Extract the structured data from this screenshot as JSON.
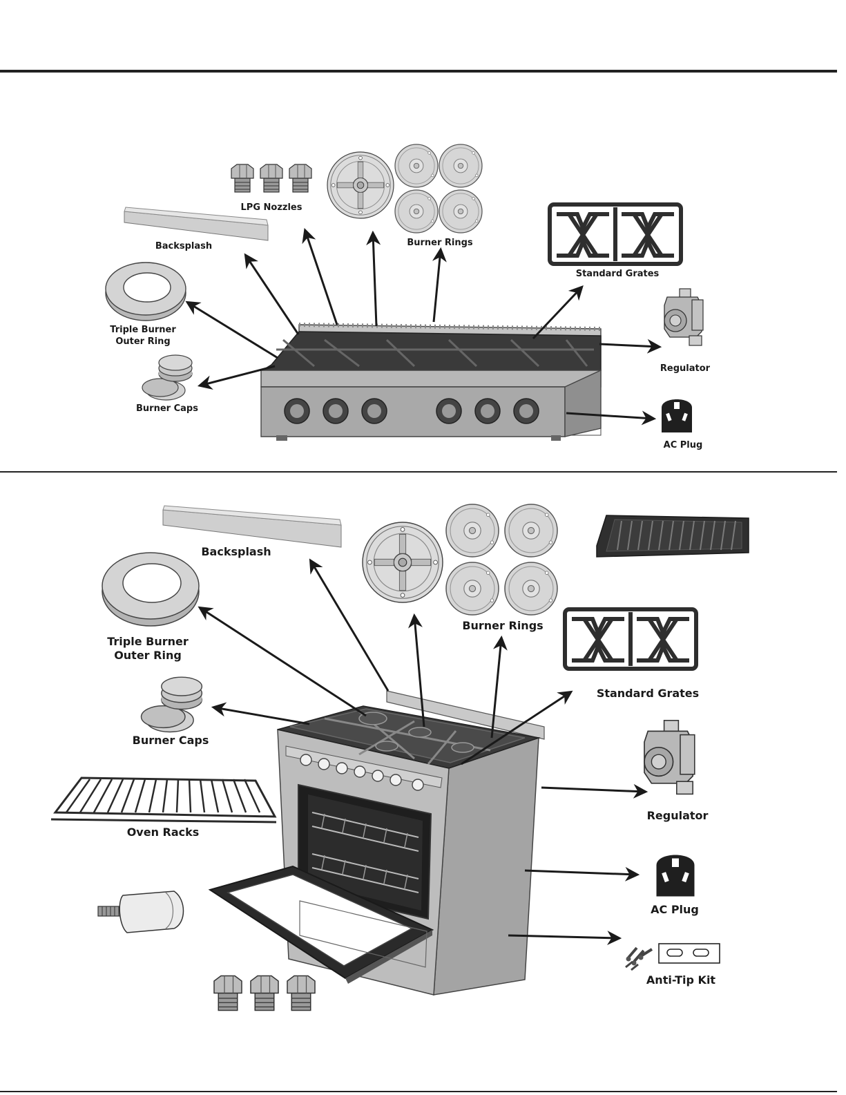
{
  "cooktop": {
    "labels": {
      "lpg_nozzles": "LPG Nozzles",
      "burner_rings": "Burner Rings",
      "backsplash": "Backsplash",
      "standard_grates": "Standard Grates",
      "triple_outer_line1": "Triple Burner",
      "triple_outer_line2": "Outer Ring",
      "regulator": "Regulator",
      "burner_caps": "Burner Caps",
      "ac_plug": "AC Plug"
    }
  },
  "range": {
    "labels": {
      "backsplash": "Backsplash",
      "burner_rings": "Burner Rings",
      "triple_outer_line1": "Triple Burner",
      "triple_outer_line2": "Outer Ring",
      "standard_grates": "Standard Grates",
      "burner_caps": "Burner Caps",
      "regulator": "Regulator",
      "oven_racks": "Oven Racks",
      "ac_plug": "AC Plug",
      "anti_tip_kit": "Anti-Tip Kit"
    }
  },
  "colors": {
    "ink": "#1a1a1a",
    "steel_light": "#c8c8c8",
    "steel_mid": "#a9a9a9",
    "steel_dark": "#7d7d7d",
    "cast_iron": "#3a3a3a"
  }
}
